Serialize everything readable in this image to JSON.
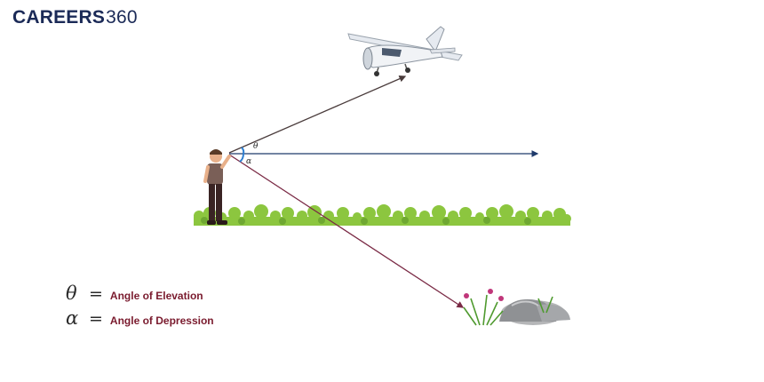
{
  "brand": {
    "name": "CAREERS",
    "number": "360",
    "color": "#1b2a57"
  },
  "diagram": {
    "angle_labels": {
      "elevation_symbol": "θ",
      "depression_symbol": "α"
    },
    "colors": {
      "elevation_line": "#4a3c3c",
      "horizontal_line": "#1f3a6b",
      "depression_line": "#7a2a45",
      "angle_arc": "#2e7fd1",
      "grass": "#8cc63f",
      "legend_text": "#7a1b2e"
    },
    "icons": [
      "airplane-icon",
      "person-icon",
      "grass-icon",
      "rock-with-flowers-icon"
    ]
  },
  "legend": [
    {
      "symbol": "θ",
      "equals": "=",
      "text": "Angle of Elevation"
    },
    {
      "symbol": "α",
      "equals": "=",
      "text": "Angle of Depression"
    }
  ]
}
